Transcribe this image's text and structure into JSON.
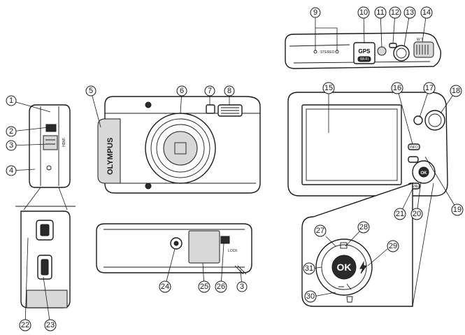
{
  "labels": {
    "brand": "OLYMPUS",
    "gps": "GPS",
    "wifi_badge": "Wi-Fi",
    "ok": "OK",
    "hdmi": "HDMI",
    "lock": "LOCK",
    "info": "INFO",
    "menu": "MENU"
  },
  "callouts": [
    "1",
    "2",
    "3",
    "4",
    "5",
    "6",
    "7",
    "8",
    "9",
    "10",
    "11",
    "12",
    "13",
    "14",
    "15",
    "16",
    "17",
    "18",
    "19",
    "20",
    "21",
    "22",
    "23",
    "24",
    "25",
    "26",
    "27",
    "28",
    "29",
    "30",
    "31"
  ]
}
